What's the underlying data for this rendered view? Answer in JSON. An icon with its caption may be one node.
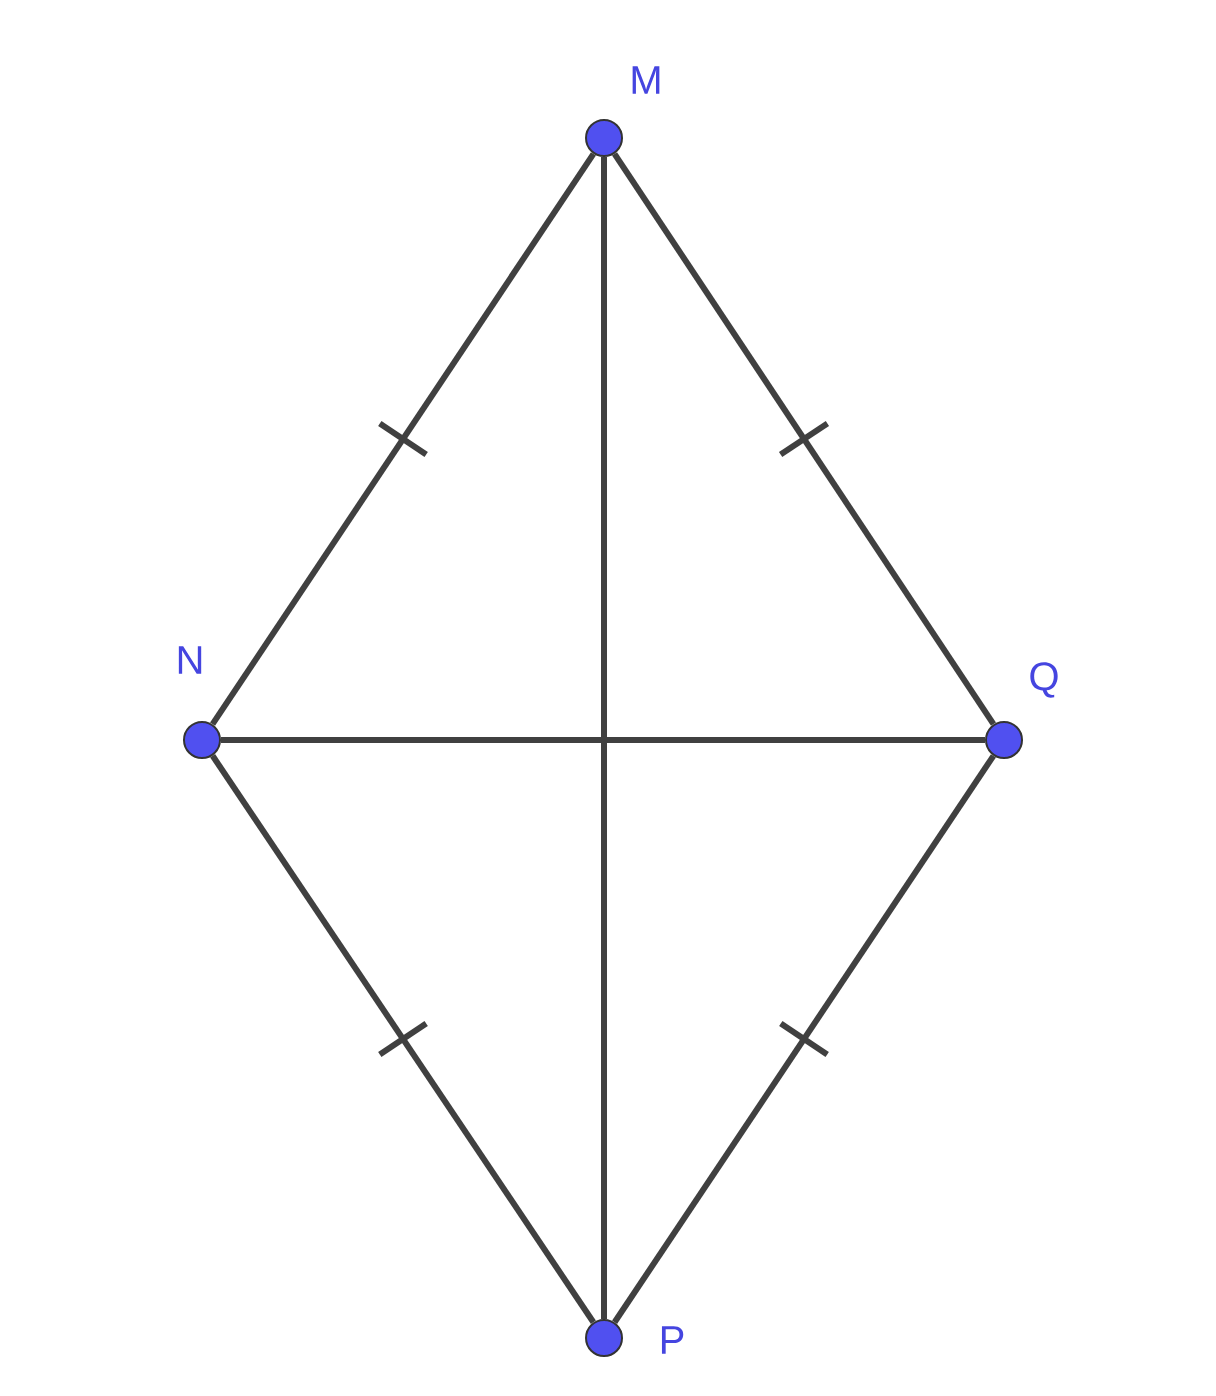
{
  "diagram": {
    "nodes": [
      {
        "text": [],
        "shape": "circle",
        "beside": [
          "M"
        ]
      },
      {
        "text": [],
        "shape": "circle",
        "beside": [
          "N"
        ]
      },
      {
        "text": [],
        "shape": "circle",
        "beside": [
          "Q"
        ]
      },
      {
        "text": [],
        "shape": "circle",
        "beside": [
          "P"
        ]
      }
    ],
    "edges": [
      {
        "from": 0,
        "to": 1,
        "arrow": "none"
      },
      {
        "from": 0,
        "to": 2,
        "arrow": "none"
      },
      {
        "from": 1,
        "to": 3,
        "arrow": "none"
      },
      {
        "from": 2,
        "to": 3,
        "arrow": "none"
      },
      {
        "from": 0,
        "to": 3,
        "arrow": "none"
      },
      {
        "from": 1,
        "to": 2,
        "arrow": "none"
      }
    ]
  }
}
